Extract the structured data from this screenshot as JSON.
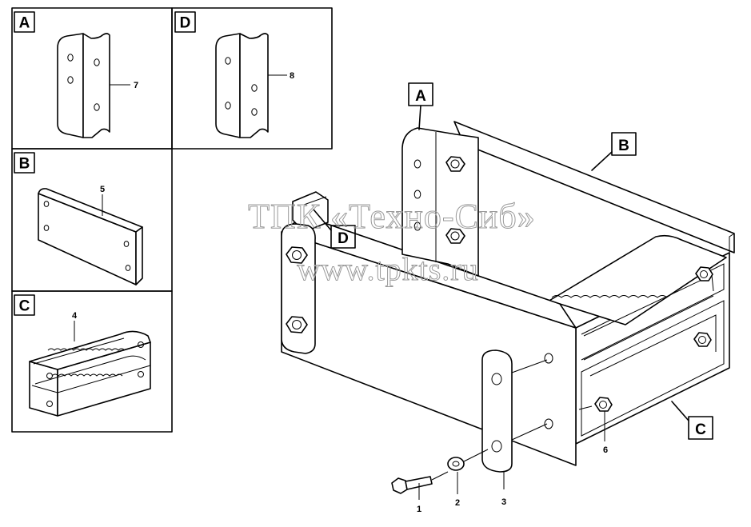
{
  "panels": [
    {
      "label": "A",
      "part": "7"
    },
    {
      "label": "D",
      "part": "8"
    },
    {
      "label": "B",
      "part": "5"
    },
    {
      "label": "C",
      "part": "4"
    }
  ],
  "main_view_labels": {
    "a": "A",
    "b": "B",
    "c": "C",
    "d": "D"
  },
  "callouts": {
    "bolt": "1",
    "washer": "2",
    "plate": "3",
    "nut": "6"
  },
  "watermark": {
    "line1": "ТПК «Техно-Сиб»",
    "line2": "www.tpkts.ru"
  },
  "colors": {
    "line": "#000000",
    "watermark": "#9a9a9a",
    "background": "#ffffff"
  }
}
